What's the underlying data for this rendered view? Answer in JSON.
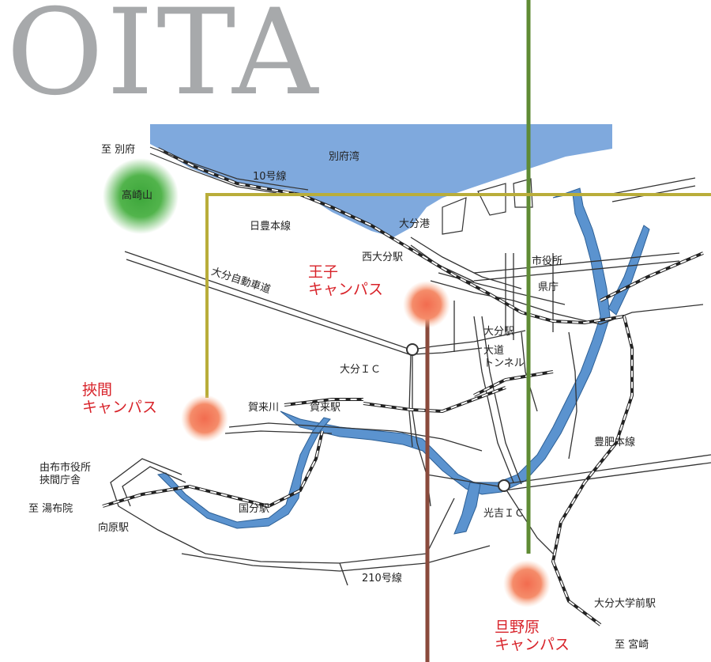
{
  "title": "OITA",
  "water": {
    "bay": "別府湾",
    "port": "大分港"
  },
  "roads": {
    "route10": "10号線",
    "route210": "210号線",
    "expressway": "大分自動車道",
    "tunnel_line1": "大道",
    "tunnel_line2": "トンネル"
  },
  "rail": {
    "nippo": "日豊本線",
    "hohi": "豊肥本線"
  },
  "places": {
    "to_beppu": "至 別府",
    "takasakiyama": "高崎山",
    "nishioita_st": "西大分駅",
    "city_office": "市役所",
    "pref_office": "県庁",
    "oita_st": "大分駅",
    "oita_ic": "大分ＩＣ",
    "kaku_river": "賀来川",
    "kaku_st": "賀来駅",
    "yufu_office_line1": "由布市役所",
    "yufu_office_line2": "挾間庁舎",
    "to_yufuin": "至 湯布院",
    "mukainoharu_st": "向原駅",
    "kokubu_st": "国分駅",
    "mitsuyoshi_ic": "光吉ＩＣ",
    "univ_st": "大分大学前駅",
    "to_miyazaki": "至 宮崎"
  },
  "campuses": {
    "oji_line1": "王子",
    "oji_line2": "キャンパス",
    "hasama_line1": "挾間",
    "hasama_line2": "キャンパス",
    "dannohara_line1": "旦野原",
    "dannohara_line2": "キャンパス"
  },
  "colors": {
    "sea": "#7fa9dd",
    "river": "#5b93cf",
    "guide_green": "#5f8b34",
    "guide_olive": "#b9ad3a",
    "guide_brown": "#8a4a3c",
    "campus_red": "#d8232a",
    "title_gray": "#a7a9ab"
  }
}
